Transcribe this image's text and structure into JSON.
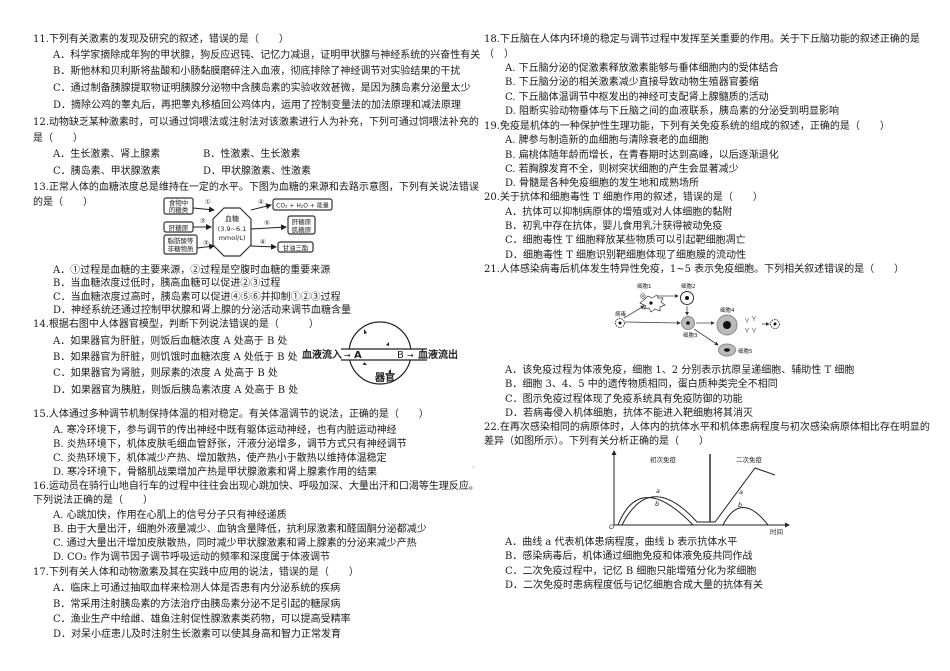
{
  "left": {
    "q11": {
      "stem": "11.下列有关激素的发现及研究的叙述，错误的是（　　）",
      "options": [
        "A．科学家摘除成年狗的甲状腺，狗反应迟钝、记忆力减退，证明甲状腺与神经系统的兴奋性有关",
        "B．斯他林和贝利斯将盐酸和小肠黏膜磨碎注入血液，彻底排除了神经调节对实验结果的干扰",
        "C．通过制备胰腺提取物证明胰腺分泌物中含胰岛素的实验收效甚微，是因为胰岛素分泌量太少",
        "D．摘除公鸡的睾丸后，再把睾丸移植回公鸡体内，运用了控制变量法的加法原理和减法原理"
      ]
    },
    "q12": {
      "stem": [
        "12.动物缺乏某种激素时，可以通过饲喂法或注射法对该激素进行人为补充，下列可通过饲喂法补充的",
        "是（　　）"
      ],
      "options": [
        "A．生长激素、肾上腺素",
        "B．性激素、生长激素",
        "C．胰岛素、甲状腺激素",
        "D．甲状腺激素、性激素"
      ]
    },
    "q13": {
      "stem": [
        "13.正常人体的血糖浓度总是维持在一定的水平。下图为血糖的来源和去路示意图，下列有关说法错误",
        "的是（　　）"
      ],
      "figure": {
        "src1": "食物中",
        "src1b": "的糖类",
        "src2": "肝糖原",
        "src3": "脂肪酸等",
        "src3b": "非糖物质",
        "center": "血糖",
        "center_range": "(3.9~6.1",
        "center_unit": "mmol/L)",
        "dst1": "CO₂ + H₂O + 能量",
        "dst2": "肝糖原",
        "dst2b": "肌糖原",
        "dst3": "甘油三酯",
        "n1": "①",
        "n2": "②",
        "n3": "③",
        "n4": "④",
        "n5": "⑤",
        "n6": "⑥"
      },
      "options": [
        "A．①过程是血糖的主要来源，②过程是空腹时血糖的重要来源",
        "B．当血糖浓度过低时，胰高血糖可以促进②③过程",
        "C．当血糖浓度过高时，胰岛素可以促进④⑤⑥并抑制①②③过程",
        "D．神经系统还通过控制甲状腺和肾上腺的分泌活动来调节血糖含量"
      ]
    },
    "q14": {
      "stem": "14.根据右图中人体器官模型，判断下列说法错误的是（　　　）",
      "figure": {
        "in": "血液流入",
        "a": "A",
        "b": "B",
        "out": "血液流出",
        "organ": "器官"
      },
      "options": [
        "A．如果器官为肝脏，则饭后血糖浓度 A 处高于 B 处",
        "B．如果器官为肝脏，则饥饿时血糖浓度 A 处低于 B 处",
        "C．如果器官为肾脏，则尿素的浓度 A 处高于 B 处",
        "D．如果器官为胰脏，则饭后胰岛素浓度 A 处高于 B 处"
      ]
    },
    "q15": {
      "stem": "15.人体通过多种调节机制保持体温的相对稳定。有关体温调节的说法，正确的是（　　）",
      "options": [
        "A. 寒冷环境下，参与调节的传出神经中既有躯体运动神经，也有内脏运动神经",
        "B. 炎热环境下，机体皮肤毛细血管舒张，汗液分泌增多，调节方式只有神经调节",
        "C. 炎热环境下，机体减少产热、增加散热，使产热小于散热以维持体温稳定",
        "D. 寒冷环境下，骨骼肌战栗增加产热是甲状腺激素和肾上腺素作用的结果"
      ]
    },
    "q16": {
      "stem": [
        "16.运动员在骑行山地自行车的过程中往往会出现心跳加快、呼吸加深、大量出汗和口渴等生理反应。",
        "下列说法正确的是（　　）"
      ],
      "options": [
        "A. 心跳加快，作用在心肌上的信号分子只有神经递质",
        "B. 由于大量出汗，细胞外液量减少、血钠含量降低，抗利尿激素和醛固酮分泌都减少",
        "C. 通过大量出汗增加皮肤散热，同时减少甲状腺激素和肾上腺素的分泌来减少产热",
        "D. CO₂ 作为调节因子调节呼吸运动的频率和深度属于体液调节"
      ]
    },
    "q17": {
      "stem": "17.下列有关人体和动物激素及其在实践中应用的说法，错误的是（　　）",
      "options": [
        "A．临床上可通过抽取血样来检测人体是否患有内分泌系统的疾病",
        "B．常采用注射胰岛素的方法治疗由胰岛素分泌不足引起的糖尿病",
        "C．渔业生产中给雌、雄鱼注射促性腺激素类药物，可以提高受精率",
        "D．对呆小症患儿及时注射生长激素可以使其身高和智力正常发育"
      ]
    }
  },
  "right": {
    "q18": {
      "stem": [
        "18.下丘脑在人体内环境的稳定与调节过程中发挥至关重要的作用。关于下丘脑功能的叙述正确的是",
        "（　）"
      ],
      "options": [
        "A. 下丘脑分泌的促激素释放激素能够与垂体细胞内的受体结合",
        "B. 下丘脑分泌的相关激素减少直接导致动物生殖器官萎缩",
        "C. 下丘脑体温调节中枢发出的神经可支配肾上腺髓质的活动",
        "D. 阻断实验动物垂体与下丘脑之间的血液联系，胰岛素的分泌受到明显影响"
      ]
    },
    "q19": {
      "stem": "19.免疫是机体的一种保护性生理功能，下列有关免疫系统的组成的叙述，正确的是（　　）",
      "options": [
        "A. 脾参与制造新的血细胞与清除衰老的血细胞",
        "B. 扁桃体随年龄而增长，在青春期时达到高峰，以后逐渐退化",
        "C. 若胸腺发育不全，则树突状细胞的产生会显著减少",
        "D. 骨髓是各种免疫细胞的发生地和成熟场所"
      ]
    },
    "q20": {
      "stem": "20.关于抗体和细胞毒性 T 细胞作用的叙述，错误的是（　　）",
      "options": [
        "A．抗体可以抑制病原体的增殖或对人体细胞的黏附",
        "B．初乳中存在抗体，婴儿食用乳汁获得被动免疫",
        "C．细胞毒性 T 细胞释放某些物质可以引起靶细胞凋亡",
        "D．细胞毒性 T 细胞识别靶细胞体现了细胞膜的流动性"
      ]
    },
    "q21": {
      "stem": "21.人体感染病毒后机体发生特异性免疫，1~5 表示免疫细胞。下列相关叙述错误的是（　　）",
      "figure": {
        "virus": "病毒",
        "c1": "细胞1",
        "c2": "细胞2",
        "c3": "细胞3",
        "c4": "细胞4",
        "c5": "细胞5"
      },
      "options": [
        "A．该免疫过程为体液免疫，细胞 1、2 分别表示抗原呈递细胞、辅助性 T 细胞",
        "B．细胞 3、4、5 中的遗传物质相同，蛋白质种类完全不相同",
        "C．图示免疫过程体现了免疫系统具有免疫防御的功能",
        "D．若病毒侵入机体细胞，抗体不能进入靶细胞将其消灭"
      ]
    },
    "q22": {
      "stem": [
        "22.在再次感染相同的病原体时，人体内的抗体水平和机体患病程度与初次感染病原体相比存在明显的",
        "差异（如图所示）。下列有关分析正确的是（　　）"
      ],
      "figure": {
        "primary": "初次免疫",
        "secondary": "二次免疫",
        "origin": "O",
        "xlabel": "时间",
        "curve_a": "a",
        "curve_b": "b"
      },
      "options": [
        "A．曲线 a 代表机体患病程度，曲线 b 表示抗体水平",
        "B．感染病毒后，机体通过细胞免疫和体液免疫共同作战",
        "C．二次免疫过程中，记忆 B 细胞只能增殖分化为浆细胞",
        "D．二次免疫时患病程度低与记忆细胞合成大量的抗体有关"
      ]
    }
  }
}
